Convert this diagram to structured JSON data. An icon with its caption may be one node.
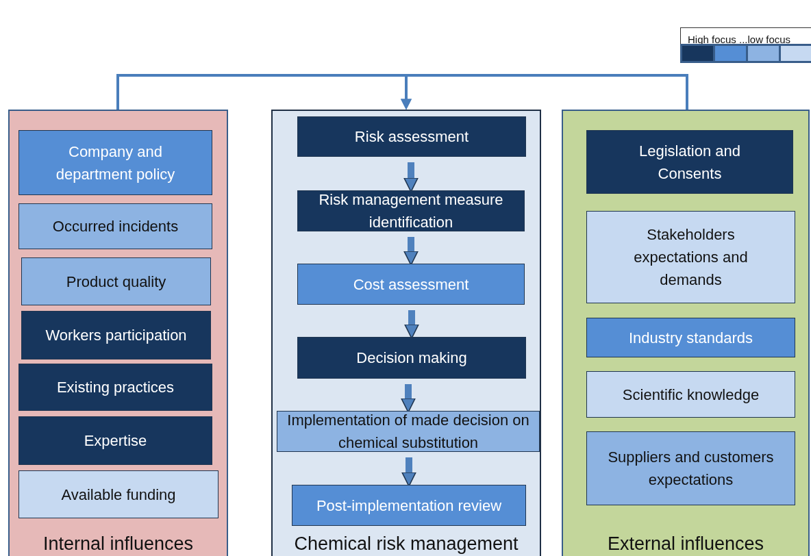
{
  "diagram": {
    "nodes": [
      {
        "text": [
          "Internal influences"
        ]
      },
      {
        "text": [
          "Company and department policy"
        ],
        "in": 0
      },
      {
        "text": [
          "Occurred incidents"
        ],
        "in": 0
      },
      {
        "text": [
          "Product quality"
        ],
        "in": 0
      },
      {
        "text": [
          "Workers participation"
        ],
        "in": 0
      },
      {
        "text": [
          "Existing practices"
        ],
        "in": 0
      },
      {
        "text": [
          "Expertise"
        ],
        "in": 0
      },
      {
        "text": [
          "Available funding"
        ],
        "in": 0
      },
      {
        "text": [
          "Chemical risk management"
        ]
      },
      {
        "text": [
          "Risk assessment"
        ],
        "in": 8
      },
      {
        "text": [
          "Risk management measure identification"
        ],
        "in": 8
      },
      {
        "text": [
          "Cost assessment"
        ],
        "in": 8
      },
      {
        "text": [
          "Decision making"
        ],
        "in": 8
      },
      {
        "text": [
          "Implementation of made decision on chemical substitution"
        ],
        "in": 8
      },
      {
        "text": [
          "Post-implementation review"
        ],
        "in": 8
      },
      {
        "text": [
          "External influences"
        ]
      },
      {
        "text": [
          "Legislation and Consents"
        ],
        "in": 15
      },
      {
        "text": [
          "Stakeholders expectations and demands"
        ],
        "in": 15
      },
      {
        "text": [
          "Industry standards"
        ],
        "in": 15
      },
      {
        "text": [
          "Scientific knowledge"
        ],
        "in": 15
      },
      {
        "text": [
          "Suppliers and customers expectations"
        ],
        "in": 15
      }
    ],
    "edges": [
      {
        "from": 0,
        "to": 8,
        "arrow": "to"
      },
      {
        "from": 15,
        "to": 8,
        "arrow": "to"
      },
      {
        "from": 9,
        "to": 10,
        "arrow": "to"
      },
      {
        "from": 10,
        "to": 11,
        "arrow": "to"
      },
      {
        "from": 11,
        "to": 12,
        "arrow": "to"
      },
      {
        "from": 12,
        "to": 13,
        "arrow": "to"
      },
      {
        "from": 13,
        "to": 14,
        "arrow": "to"
      }
    ],
    "labels": [
      "High focus ...low focus"
    ]
  }
}
